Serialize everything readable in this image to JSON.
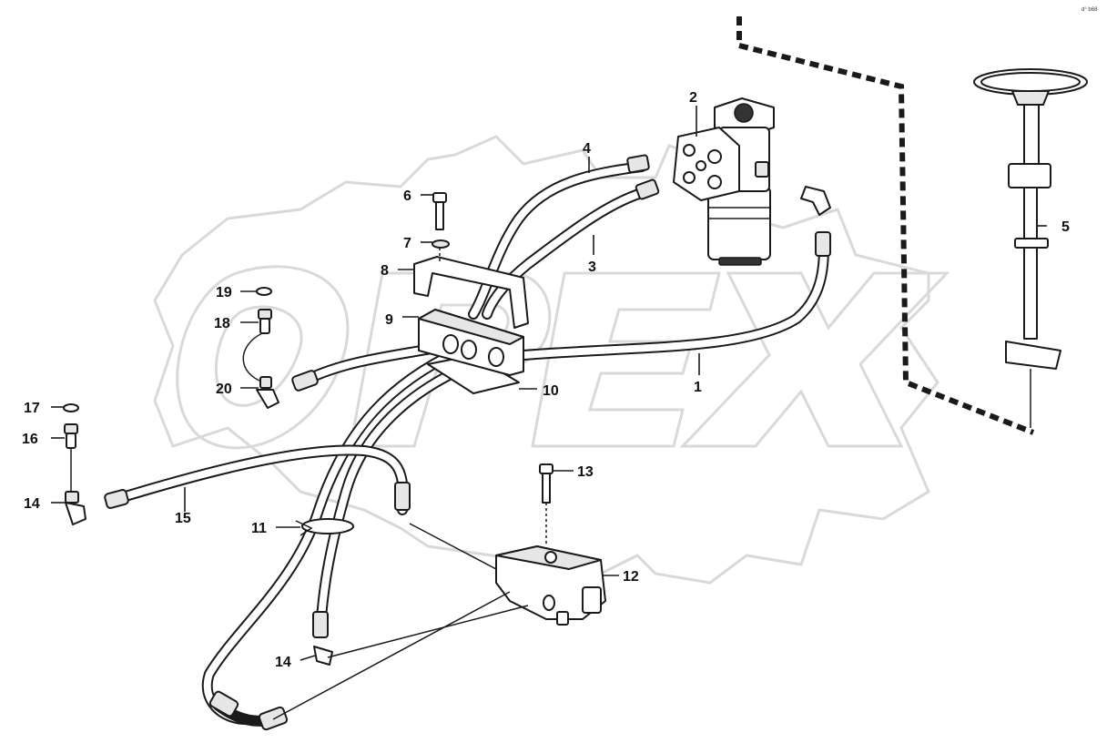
{
  "watermark": "OPEX",
  "corner_code": "d° b68",
  "callouts": [
    {
      "id": "1",
      "text": "1"
    },
    {
      "id": "2",
      "text": "2"
    },
    {
      "id": "3",
      "text": "3"
    },
    {
      "id": "4",
      "text": "4"
    },
    {
      "id": "5",
      "text": "5"
    },
    {
      "id": "6",
      "text": "6"
    },
    {
      "id": "7",
      "text": "7"
    },
    {
      "id": "8",
      "text": "8"
    },
    {
      "id": "9",
      "text": "9"
    },
    {
      "id": "10",
      "text": "10"
    },
    {
      "id": "11",
      "text": "11"
    },
    {
      "id": "12",
      "text": "12"
    },
    {
      "id": "13",
      "text": "13"
    },
    {
      "id": "14a",
      "text": "14"
    },
    {
      "id": "14b",
      "text": "14"
    },
    {
      "id": "15",
      "text": "15"
    },
    {
      "id": "16",
      "text": "16"
    },
    {
      "id": "17",
      "text": "17"
    },
    {
      "id": "18",
      "text": "18"
    },
    {
      "id": "19",
      "text": "19"
    },
    {
      "id": "20",
      "text": "20"
    }
  ]
}
